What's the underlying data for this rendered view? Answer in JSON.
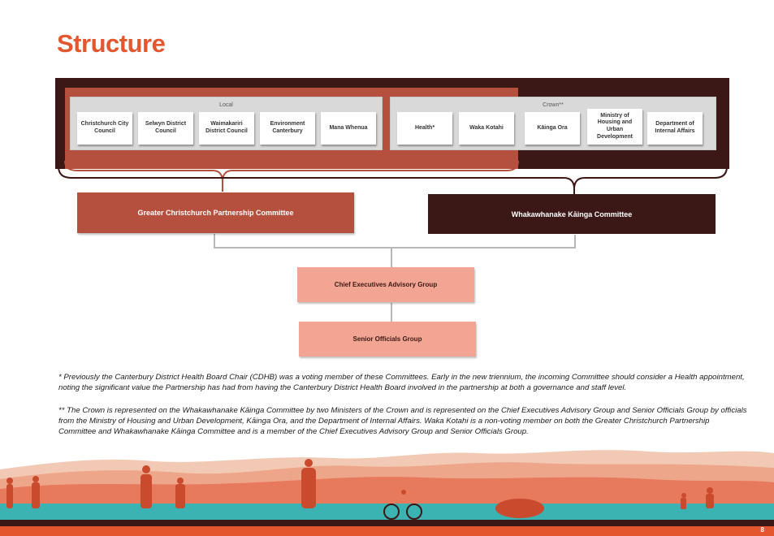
{
  "page": {
    "title": "Structure",
    "page_number": "8"
  },
  "local": {
    "label": "Local",
    "members": [
      "Christchurch City Council",
      "Selwyn District Council",
      "Waimakariri District Council",
      "Environment Canterbury",
      "Mana Whenua"
    ]
  },
  "crown": {
    "label": "Crown**",
    "members": [
      "Health*",
      "Waka Kotahi",
      "Kāinga Ora",
      "Ministry of Housing and Urban Development",
      "Department of Internal Affairs"
    ]
  },
  "committees": {
    "greater_christchurch": "Greater Christchurch Partnership Committee",
    "whakawhanake": "Whakawhanake Kāinga Committee"
  },
  "groups": {
    "chief_executives": "Chief Executives Advisory Group",
    "senior_officials": "Senior Officials Group"
  },
  "footnotes": {
    "note1": "* Previously the Canterbury District Health Board Chair (CDHB) was a voting member of these Committees. Early in the new triennium, the incoming Committee should consider a Health appointment, noting the significant value the Partnership has had from having the Canterbury District Health Board involved in the partnership at both a governance and staff level.",
    "note2": "** The Crown is represented on the Whakawhanake Kāinga Committee by two Ministers of the Crown and is represented on the Chief Executives Advisory Group and Senior Officials Group by officials from the Ministry of Housing and Urban Development, Kāinga Ora, and the Department of Internal Affairs. Waka Kotahi is a non-voting member on both the Greater Christchurch Partnership Committee and Whakawhanake Kāinga Committee and is a member of the Chief Executives Advisory Group and Senior Officials Group."
  },
  "colors": {
    "title": "#e4572e",
    "dark_maroon": "#3b1716",
    "terracotta": "#b5503e",
    "salmon": "#f2a593",
    "connector": "#b8b8b8"
  }
}
